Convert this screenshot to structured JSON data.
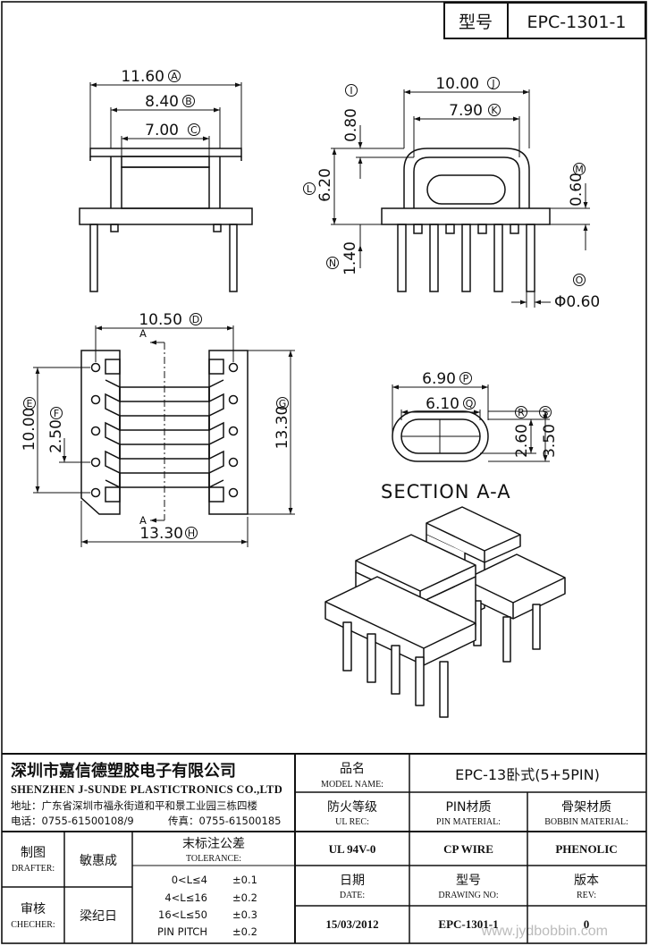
{
  "header": {
    "label": "型号",
    "value": "EPC-1301-1"
  },
  "dimensions": {
    "a": "11.60",
    "b": "8.40",
    "c": "7.00",
    "d": "10.50",
    "e": "10.00",
    "f": "2.50",
    "g": "13.30",
    "h": "13.30",
    "i": "0.80",
    "j": "10.00",
    "k": "7.90",
    "l": "6.20",
    "m": "0.60",
    "n": "1.40",
    "o": "Φ0.60",
    "p": "6.90",
    "q": "6.10",
    "r": "2.60",
    "s": "3.50"
  },
  "markers": {
    "a": "A",
    "b": "B",
    "c": "C",
    "d": "D",
    "e": "E",
    "f": "F",
    "g": "G",
    "h": "H",
    "i": "I",
    "j": "J",
    "k": "K",
    "l": "L",
    "m": "M",
    "n": "N",
    "o": "O",
    "p": "P",
    "q": "Q",
    "r": "R",
    "s": "S"
  },
  "section": {
    "label": "SECTION A-A",
    "cut_top": "A",
    "cut_bottom": "A"
  },
  "title_block": {
    "company_cn": "深圳市嘉信德塑胶电子有限公司",
    "company_en": "SHENZHEN J-SUNDE PLASTICTRONICS CO.,LTD",
    "address": "地址：广东省深圳市福永街道和平和景工业园三栋四楼",
    "phone": "电话：0755-61500108/9",
    "fax": "传真：0755-61500185",
    "model_name_cn": "品名",
    "model_name_en": "MODEL NAME:",
    "model_name_value": "EPC-13卧式(5+5PIN)",
    "ul_rec_cn": "防火等级",
    "ul_rec_en": "UL REC:",
    "pin_material_cn": "PIN材质",
    "pin_material_en": "PIN MATERIAL:",
    "bobbin_material_cn": "骨架材质",
    "bobbin_material_en": "BOBBIN MATERIAL:",
    "ul_value": "UL 94V-0",
    "pin_value": "CP WIRE",
    "bobbin_value": "PHENOLIC",
    "drafter_cn": "制图",
    "drafter_en": "DRAFTER:",
    "drafter_name": "敏惠成",
    "checker_cn": "审核",
    "checker_en": "CHECHER:",
    "checker_name": "梁纪日",
    "tolerance_cn": "末标注公差",
    "tolerance_en": "TOLERANCE:",
    "tolerances": [
      {
        "range": "0<L≤4",
        "value": "±0.1"
      },
      {
        "range": "4<L≤16",
        "value": "±0.2"
      },
      {
        "range": "16<L≤50",
        "value": "±0.3"
      },
      {
        "range": "PIN PITCH",
        "value": "±0.2"
      }
    ],
    "date_cn": "日期",
    "date_en": "DATE:",
    "date_value": "15/03/2012",
    "drawing_no_cn": "型号",
    "drawing_no_en": "DRAWING NO:",
    "drawing_no_value": "EPC-1301-1",
    "rev_cn": "版本",
    "rev_en": "REV:",
    "rev_value": "0"
  },
  "watermark": "www.jydbobbin.com"
}
